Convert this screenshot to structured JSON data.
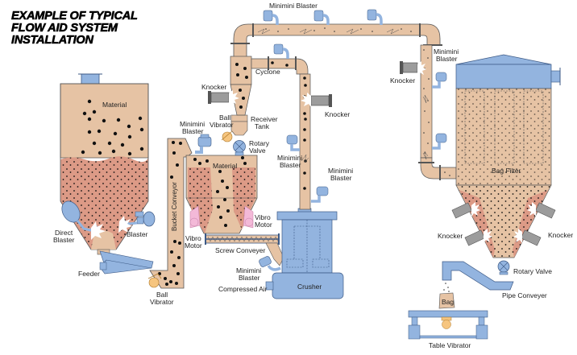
{
  "title": {
    "lines": [
      "EXAMPLE OF TYPICAL",
      "FLOW AID SYSTEM",
      "INSTALLATION"
    ]
  },
  "colors": {
    "material_light": "#e6c3a4",
    "material_dense": "#dc9a86",
    "equipment_blue": "#93b4df",
    "equipment_outline": "#3d5a86",
    "knocker_gray": "#9c9c9c",
    "vibrator_orange": "#f6c57f",
    "vibro_motor_pink": "#f3b9d8",
    "particle": "#111111"
  },
  "labels": {
    "hopper_material": "Material",
    "direct_blaster": [
      "Direct",
      "Blaster"
    ],
    "blaster": "Blaster",
    "feeder": "Feeder",
    "ball_vibrator_bottom": [
      "Ball",
      "Vibrator"
    ],
    "bucket_conveyor": "Bucket Conveyor",
    "minimini_blaster_bucket": [
      "Minimini",
      "Blaster"
    ],
    "ball_vibrator_top": [
      "Ball",
      "Vibrator"
    ],
    "receiver_tank": [
      "Receiver",
      "Tank"
    ],
    "rotary_valve_top": [
      "Rotary",
      "Valve"
    ],
    "knocker_cyclone": "Knocker",
    "cyclone": "Cyclone",
    "minimini_blaster_pipe_top": "Minimini Blaster",
    "knocker_riser": "Knocker",
    "minimini_blaster_riser": [
      "Minimini",
      "Blaster"
    ],
    "minimini_blaster_riser2": [
      "Minimini",
      "Blaster"
    ],
    "mixer_material": "Material",
    "vibro_motor_left": [
      "Vibro",
      "Motor"
    ],
    "vibro_motor_right": [
      "Vibro",
      "Motor"
    ],
    "screw_conveyor": "Screw Conveyer",
    "minimini_blaster_crusher": [
      "Minimini",
      "Blaster"
    ],
    "compressed_air": "Compressed Air",
    "crusher": "Crusher",
    "minimini_blaster_right": [
      "Minimini",
      "Blaster"
    ],
    "knocker_right_pipe": "Knocker",
    "bag_filter": "Bag Filter",
    "knocker_filter_left": "Knocker",
    "knocker_filter_right": "Knocker",
    "rotary_valve_bottom": "Rotary Valve",
    "pipe_conveyor": "Pipe Conveyer",
    "bag": "Bag",
    "table_vibrator": "Table Vibrator"
  }
}
